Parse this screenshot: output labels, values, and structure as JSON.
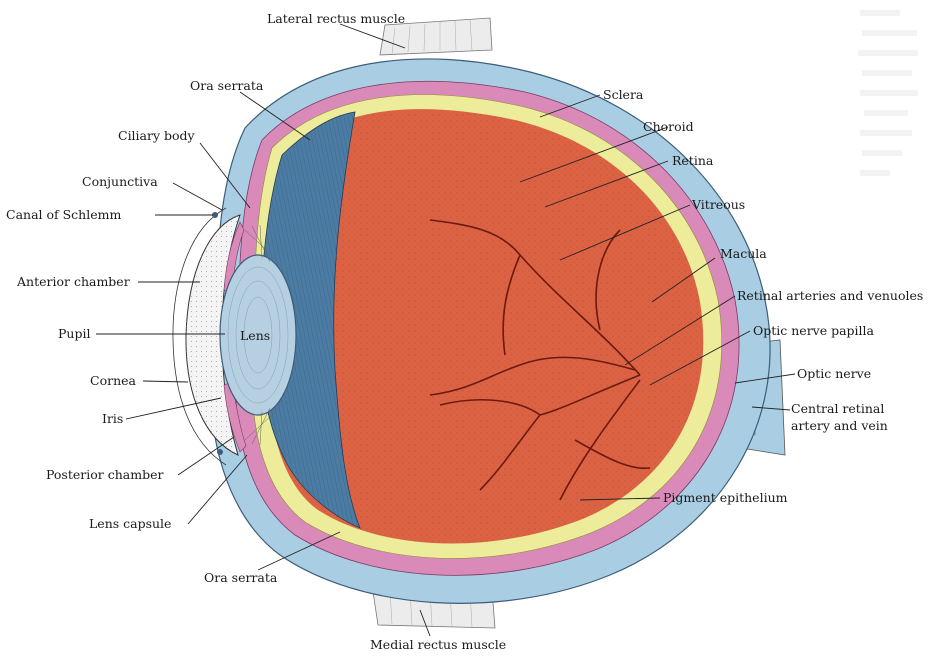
{
  "diagram": {
    "labels": {
      "lateral_rectus": "Lateral rectus muscle",
      "ora_serrata_top": "Ora serrata",
      "ciliary_body": "Ciliary body",
      "conjunctiva": "Conjunctiva",
      "canal_schlemm": "Canal of Schlemm",
      "anterior_chamber": "Anterior chamber",
      "pupil": "Pupil",
      "lens": "Lens",
      "cornea": "Cornea",
      "iris": "Iris",
      "posterior_chamber": "Posterior chamber",
      "lens_capsule": "Lens capsule",
      "ora_serrata_bottom": "Ora serrata",
      "medial_rectus": "Medial rectus muscle",
      "sclera": "Sclera",
      "choroid": "Choroid",
      "retina": "Retina",
      "vitreous": "Vitreous",
      "macula": "Macula",
      "retinal_vessels": "Retinal arteries and venuoles",
      "optic_papilla": "Optic nerve papilla",
      "optic_nerve": "Optic nerve",
      "central_retinal_1": "Central retinal",
      "central_retinal_2": "artery and vein",
      "pigment_epithelium": "Pigment epithelium"
    },
    "colors": {
      "sclera": "#a9cde3",
      "choroid": "#d98ab8",
      "retina": "#ecec9a",
      "vitreous": "#dc6244",
      "ciliary_blue": "#4c7ca3",
      "lens": "#b6d0e2",
      "muscle": "#e9e9e9"
    }
  }
}
